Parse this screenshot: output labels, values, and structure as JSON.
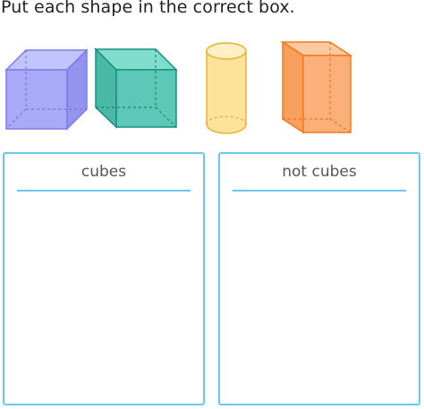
{
  "instruction": "Put each shape in the correct box.",
  "shapes": [
    {
      "name": "purple-cube",
      "icon": "cube-icon",
      "fill": "#a9aaf7",
      "stroke": "#7b7ce8"
    },
    {
      "name": "teal-cube",
      "icon": "cube-icon",
      "fill": "#5cc9b8",
      "stroke": "#1b8e7e"
    },
    {
      "name": "yellow-cylinder",
      "icon": "cylinder-icon",
      "fill": "#fde29a",
      "stroke": "#e6b23a"
    },
    {
      "name": "orange-rectangular-prism",
      "icon": "rectangular-prism-icon",
      "fill": "#fbb07a",
      "stroke": "#f07a1c"
    }
  ],
  "boxes": [
    {
      "title": "cubes"
    },
    {
      "title": "not cubes"
    }
  ],
  "colors": {
    "box_border": "#6cc8e8",
    "text": "#222222"
  }
}
